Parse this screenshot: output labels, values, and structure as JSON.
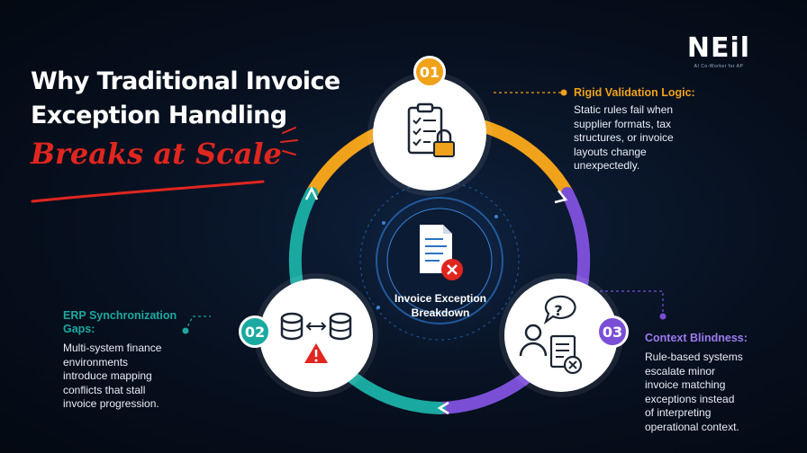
{
  "title": {
    "line1": "Why Traditional Invoice",
    "line2": "Exception Handling",
    "accent": "Breaks at Scale"
  },
  "logo": {
    "mark_left": "N",
    "mark_e": "E",
    "mark_right": "il",
    "tagline": "AI Co-Worker for AP"
  },
  "center": {
    "label": "Invoice Exception Breakdown",
    "icon": "document-error-icon"
  },
  "nodes": [
    {
      "number": "01",
      "title": "Rigid Validation Logic:",
      "body": [
        "Static rules fail when",
        "supplier formats, tax",
        "structures, or invoice",
        "layouts change",
        "unexpectedly."
      ],
      "icon": "checklist-lock-icon",
      "color": "#f0a21a"
    },
    {
      "number": "02",
      "title_lines": [
        "ERP Synchronization",
        "Gaps:"
      ],
      "body": [
        "Multi-system finance",
        "environments",
        "introduce mapping",
        "conflicts that stall",
        "invoice progression."
      ],
      "icon": "database-sync-warning-icon",
      "color": "#1aa9a0"
    },
    {
      "number": "03",
      "title": "Context Blindness:",
      "body": [
        "Rule-based systems",
        "escalate minor",
        "invoice matching",
        "exceptions instead",
        "of interpreting",
        "operational context."
      ],
      "icon": "person-question-document-icon",
      "color": "#7a4fd6"
    }
  ],
  "colors": {
    "accent_red": "#e0261f",
    "orange": "#f0a21a",
    "teal": "#1aa9a0",
    "purple": "#7a4fd6"
  }
}
